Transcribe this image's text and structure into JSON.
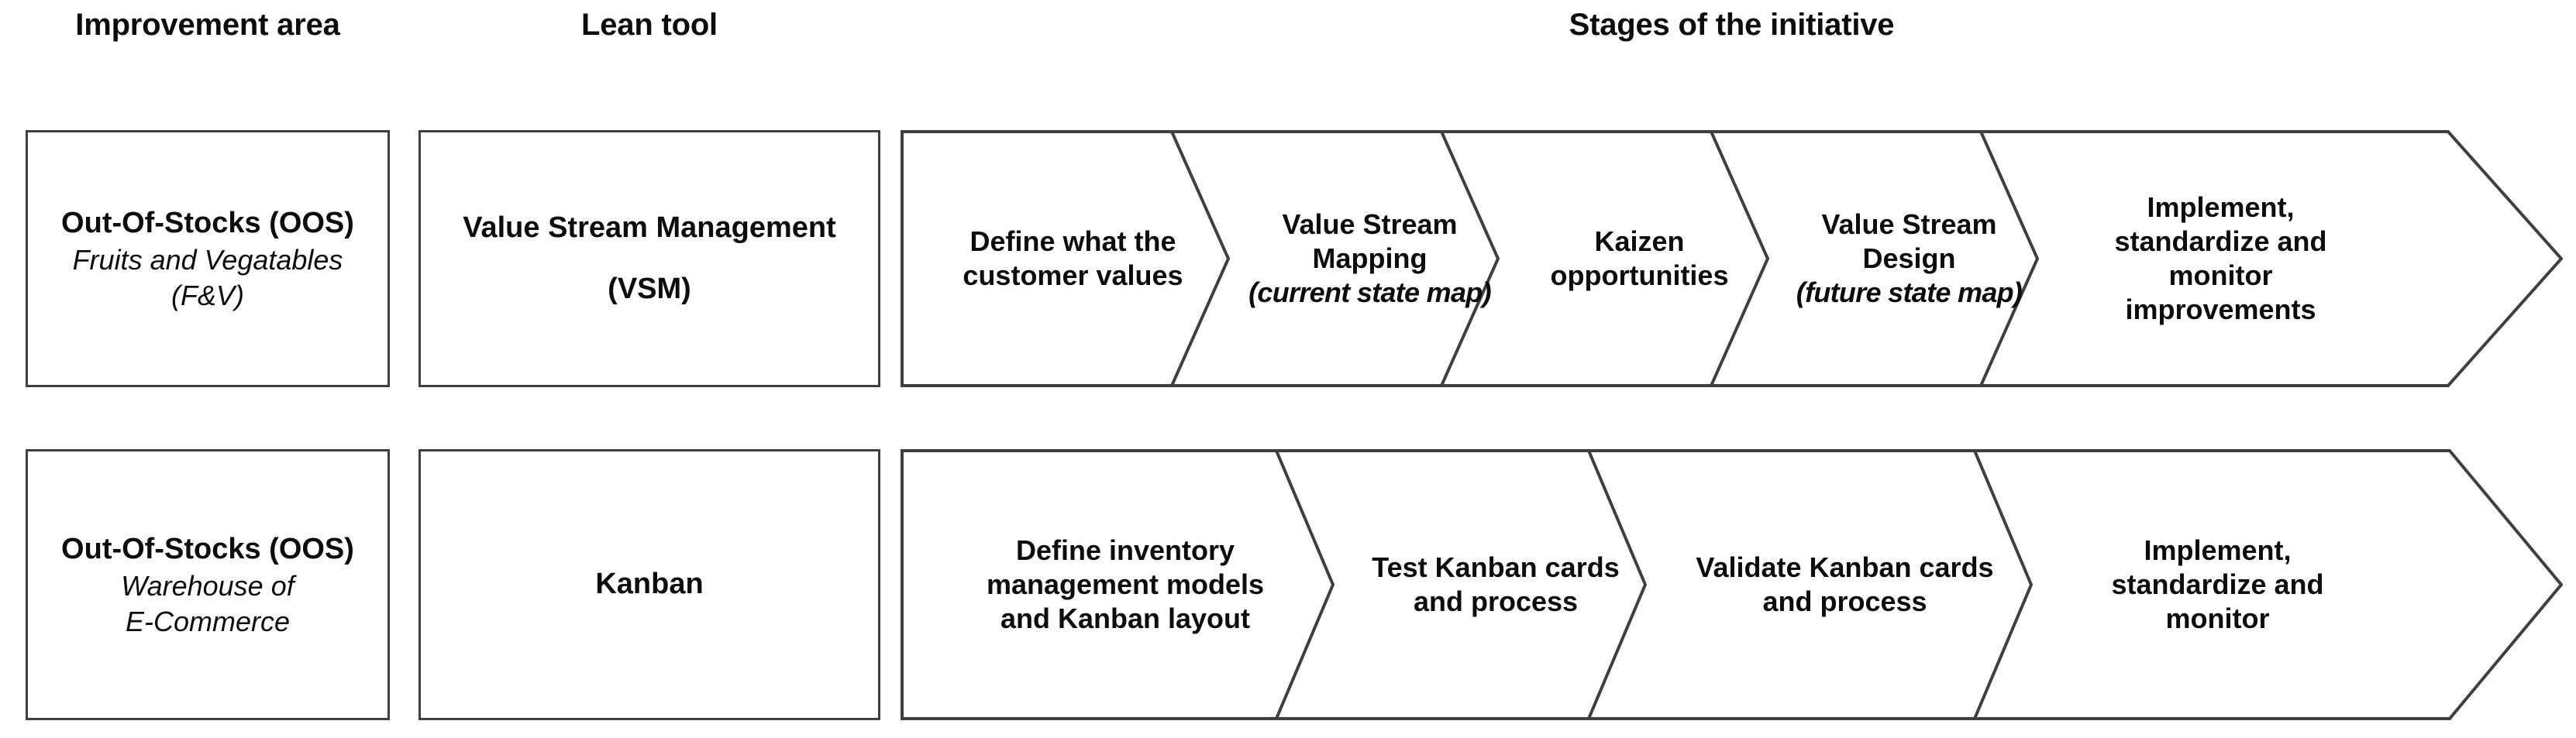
{
  "headers": {
    "improvement_area": "Improvement area",
    "lean_tool": "Lean tool",
    "stages": "Stages of the initiative"
  },
  "style": {
    "stroke_color": "#3f3f3f",
    "fill_color": "#ffffff",
    "text_color": "#0d0d0d"
  },
  "rows": [
    {
      "improvement_area": {
        "title": "Out-Of-Stocks (OOS)",
        "subtitle_line1": "Fruits and Vegatables",
        "subtitle_line2": "(F&V)"
      },
      "lean_tool": {
        "line1": "Value Stream Management",
        "line2": "(VSM)"
      },
      "stages": [
        {
          "line1": "Define what the",
          "line2": "customer values",
          "line3": "",
          "line4": ""
        },
        {
          "line1": "Value Stream",
          "line2": "Mapping",
          "line3": "(current state map)",
          "line4": ""
        },
        {
          "line1": "Kaizen",
          "line2": "opportunities",
          "line3": "",
          "line4": ""
        },
        {
          "line1": "Value Stream",
          "line2": "Design",
          "line3": "(future state map)",
          "line4": ""
        },
        {
          "line1": "Implement,",
          "line2": "standardize and",
          "line3": "monitor",
          "line4": "improvements"
        }
      ]
    },
    {
      "improvement_area": {
        "title": "Out-Of-Stocks (OOS)",
        "subtitle_line1": "Warehouse of",
        "subtitle_line2": "E-Commerce"
      },
      "lean_tool": {
        "line1": "Kanban",
        "line2": ""
      },
      "stages": [
        {
          "line1": "Define inventory",
          "line2": "management models",
          "line3": "and Kanban layout",
          "line4": ""
        },
        {
          "line1": "Test Kanban cards",
          "line2": "and process",
          "line3": "",
          "line4": ""
        },
        {
          "line1": "Validate Kanban cards",
          "line2": "and process",
          "line3": "",
          "line4": ""
        },
        {
          "line1": "Implement,",
          "line2": "standardize and",
          "line3": "monitor",
          "line4": ""
        }
      ]
    }
  ]
}
